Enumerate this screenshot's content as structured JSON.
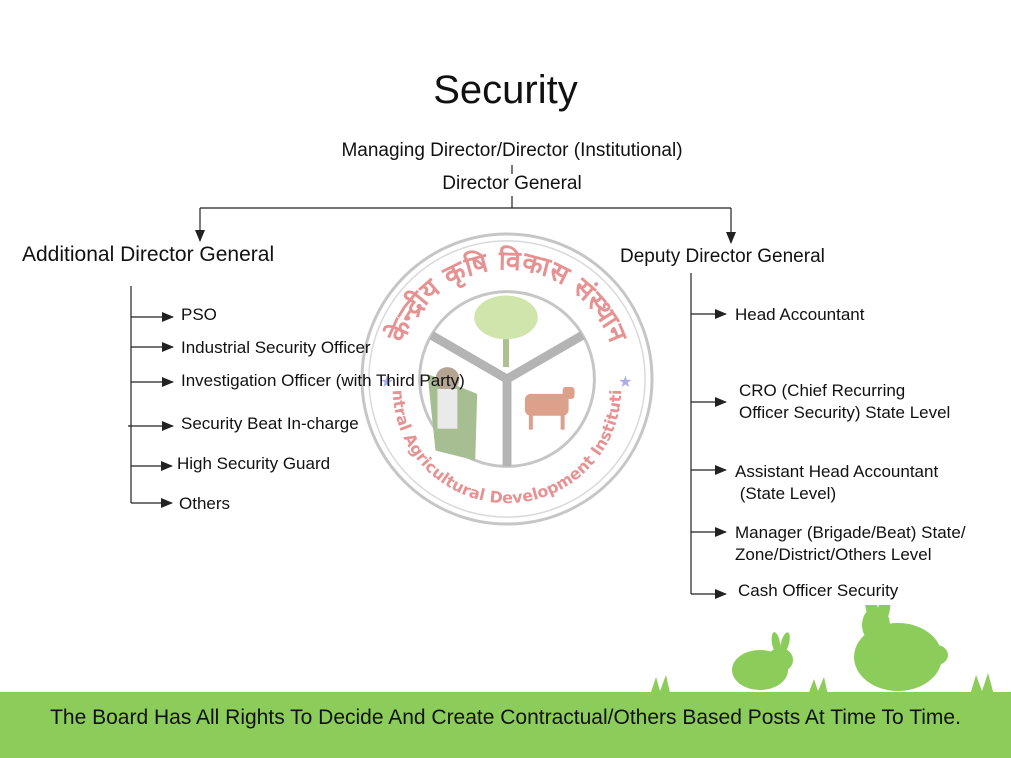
{
  "title": "Security",
  "top": {
    "managing_director": "Managing Director/Director (Institutional)",
    "director_general": "Director General"
  },
  "left_branch": {
    "head": "Additional Director General",
    "items": [
      "PSO",
      "Industrial Security Officer",
      "Investigation Officer (with Third Party)",
      "Security Beat In-charge",
      "High Security Guard",
      "Others"
    ]
  },
  "right_branch": {
    "head": "Deputy Director General",
    "items": [
      {
        "line1": "Head Accountant",
        "line2": ""
      },
      {
        "line1": "CRO (Chief Recurring",
        "line2": "Officer Security) State Level"
      },
      {
        "line1": "Assistant Head Accountant",
        "line2": " (State Level)"
      },
      {
        "line1": "Manager (Brigade/Beat) State/",
        "line2": "Zone/District/Others Level"
      },
      {
        "line1": "Cash Officer Security",
        "line2": ""
      }
    ]
  },
  "seal": {
    "hindi_text": "केन्द्रीय कृषि विकास संस्थान",
    "english_text": "Central Agricultural Development Institution"
  },
  "footer": {
    "note": "The Board Has All Rights To Decide And Create Contractual/Others Based Posts At Time To Time."
  },
  "colors": {
    "footer_green": "#8ccc5a",
    "bunny_green": "#8ccc5a",
    "seal_red": "#d23a3a",
    "line": "#222222"
  }
}
